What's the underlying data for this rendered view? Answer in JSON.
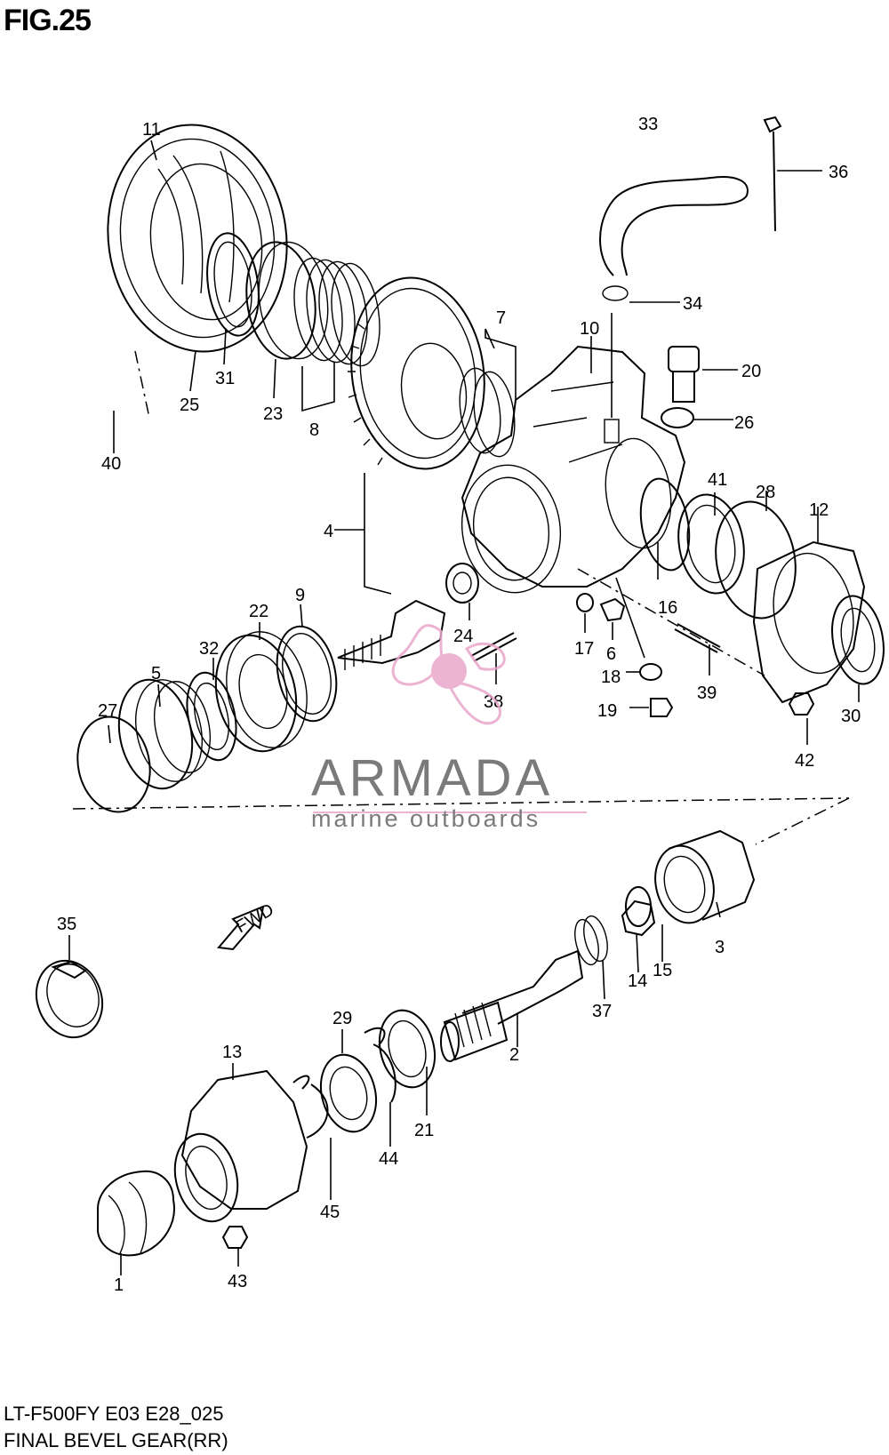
{
  "figure": {
    "title": "FIG.25",
    "model_code": "LT-F500FY E03 E28_025",
    "assembly_name": "FINAL BEVEL GEAR(RR)"
  },
  "watermark": {
    "brand": "ARMADA",
    "tagline": "marine outboards",
    "color": "#e9a6cc"
  },
  "fwd_label": "FWD",
  "callouts": [
    "1",
    "2",
    "3",
    "4",
    "5",
    "6",
    "7",
    "8",
    "9",
    "10",
    "11",
    "12",
    "13",
    "14",
    "15",
    "16",
    "17",
    "18",
    "19",
    "20",
    "21",
    "22",
    "23",
    "24",
    "25",
    "26",
    "27",
    "28",
    "29",
    "30",
    "31",
    "32",
    "33",
    "34",
    "35",
    "36",
    "37",
    "38",
    "39",
    "40",
    "41",
    "42",
    "43",
    "44",
    "45"
  ]
}
